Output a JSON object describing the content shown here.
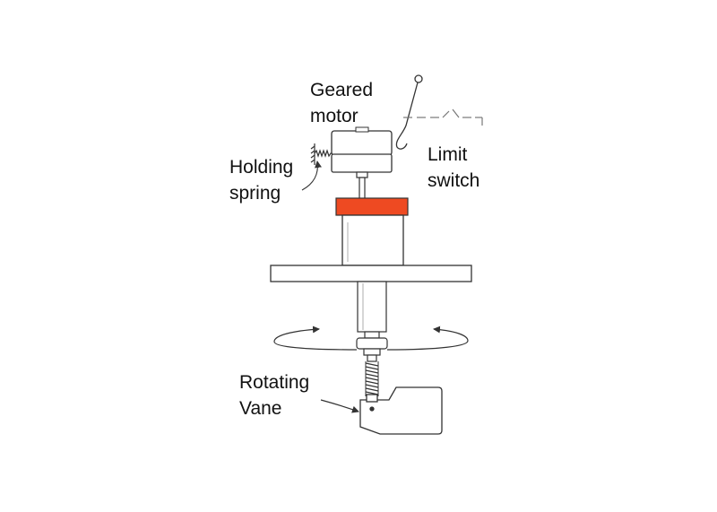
{
  "labels": {
    "geared_motor": [
      "Geared",
      "motor"
    ],
    "limit_switch": [
      "Limit",
      "switch"
    ],
    "holding_spring": [
      "Holding",
      "spring"
    ],
    "rotating_vane": [
      "Rotating",
      "Vane"
    ]
  },
  "colors": {
    "line": "#333333",
    "coupling": "#ee4a22",
    "fill": "#ffffff"
  }
}
